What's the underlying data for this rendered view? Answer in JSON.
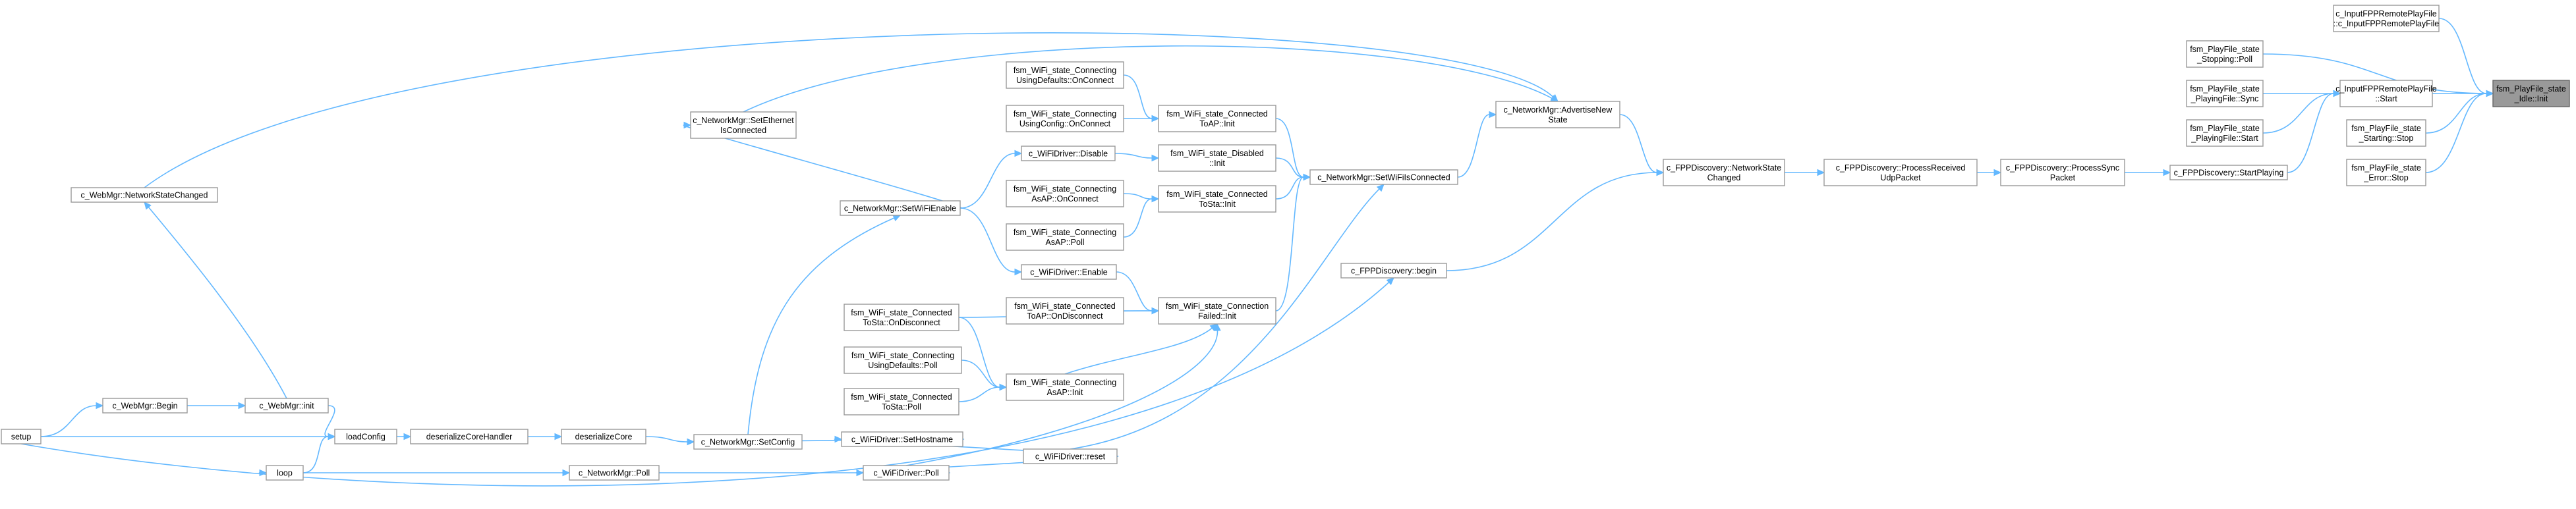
{
  "diagram": {
    "colors": {
      "edge": "#63b8ff",
      "node_border": "#999999",
      "highlight_fill": "#999999",
      "node_fill": "#ffffff"
    },
    "nodes": [
      {
        "id": "n_idle_init",
        "lines": [
          "fsm_PlayFile_state",
          "_Idle::Init"
        ],
        "highlight": true
      },
      {
        "id": "n_input_ctor",
        "lines": [
          "c_InputFPPRemotePlayFile",
          "::c_InputFPPRemotePlayFile"
        ]
      },
      {
        "id": "n_input_start",
        "lines": [
          "c_InputFPPRemotePlayFile",
          "::Start"
        ]
      },
      {
        "id": "n_stopping_poll",
        "lines": [
          "fsm_PlayFile_state",
          "_Stopping::Poll"
        ]
      },
      {
        "id": "n_playing_sync",
        "lines": [
          "fsm_PlayFile_state",
          "_PlayingFile::Sync"
        ]
      },
      {
        "id": "n_playing_start",
        "lines": [
          "fsm_PlayFile_state",
          "_PlayingFile::Start"
        ]
      },
      {
        "id": "n_starting_stop",
        "lines": [
          "fsm_PlayFile_state",
          "_Starting::Stop"
        ]
      },
      {
        "id": "n_error_stop",
        "lines": [
          "fsm_PlayFile_state",
          "_Error::Stop"
        ]
      },
      {
        "id": "n_fpp_startplaying",
        "lines": [
          "c_FPPDiscovery::StartPlaying"
        ]
      },
      {
        "id": "n_fpp_processsync",
        "lines": [
          "c_FPPDiscovery::ProcessSync",
          "Packet"
        ]
      },
      {
        "id": "n_fpp_processudp",
        "lines": [
          "c_FPPDiscovery::ProcessReceived",
          "UdpPacket"
        ]
      },
      {
        "id": "n_fpp_netstate",
        "lines": [
          "c_FPPDiscovery::NetworkState",
          "Changed"
        ]
      },
      {
        "id": "n_fpp_begin",
        "lines": [
          "c_FPPDiscovery::begin"
        ]
      },
      {
        "id": "n_nm_advertise",
        "lines": [
          "c_NetworkMgr::AdvertiseNew",
          "State"
        ]
      },
      {
        "id": "n_nm_setwifi",
        "lines": [
          "c_NetworkMgr::SetWiFiIsConnected"
        ]
      },
      {
        "id": "n_nm_setwifienable",
        "lines": [
          "c_NetworkMgr::SetWiFiEnable"
        ]
      },
      {
        "id": "n_nm_seteth",
        "lines": [
          "c_NetworkMgr::SetEthernet",
          "IsConnected"
        ]
      },
      {
        "id": "n_nm_setconfig",
        "lines": [
          "c_NetworkMgr::SetConfig"
        ]
      },
      {
        "id": "n_nm_poll",
        "lines": [
          "c_NetworkMgr::Poll"
        ]
      },
      {
        "id": "n_wm_netstate",
        "lines": [
          "c_WebMgr::NetworkStateChanged"
        ]
      },
      {
        "id": "n_wm_init",
        "lines": [
          "c_WebMgr::init"
        ]
      },
      {
        "id": "n_wm_begin",
        "lines": [
          "c_WebMgr::Begin"
        ]
      },
      {
        "id": "n_setup",
        "lines": [
          "setup"
        ]
      },
      {
        "id": "n_loop",
        "lines": [
          "loop"
        ]
      },
      {
        "id": "n_loadconfig",
        "lines": [
          "loadConfig"
        ]
      },
      {
        "id": "n_deser_handler",
        "lines": [
          "deserializeCoreHandler"
        ]
      },
      {
        "id": "n_deser_core",
        "lines": [
          "deserializeCore"
        ]
      },
      {
        "id": "n_wd_sethost",
        "lines": [
          "c_WiFiDriver::SetHostname"
        ]
      },
      {
        "id": "n_wd_reset",
        "lines": [
          "c_WiFiDriver::reset"
        ]
      },
      {
        "id": "n_wd_poll",
        "lines": [
          "c_WiFiDriver::Poll"
        ]
      },
      {
        "id": "n_wd_disable",
        "lines": [
          "c_WiFiDriver::Disable"
        ]
      },
      {
        "id": "n_wd_enable",
        "lines": [
          "c_WiFiDriver::Enable"
        ]
      },
      {
        "id": "n_c2ap_init",
        "lines": [
          "fsm_WiFi_state_Connected",
          "ToAP::Init"
        ]
      },
      {
        "id": "n_disabled_init",
        "lines": [
          "fsm_WiFi_state_Disabled",
          "::Init"
        ]
      },
      {
        "id": "n_c2sta_init",
        "lines": [
          "fsm_WiFi_state_Connected",
          "ToSta::Init"
        ]
      },
      {
        "id": "n_cfail_init",
        "lines": [
          "fsm_WiFi_state_Connection",
          "Failed::Init"
        ]
      },
      {
        "id": "n_cap_init",
        "lines": [
          "fsm_WiFi_state_Connecting",
          "AsAP::Init"
        ]
      },
      {
        "id": "n_cud_onconn",
        "lines": [
          "fsm_WiFi_state_Connecting",
          "UsingDefaults::OnConnect"
        ]
      },
      {
        "id": "n_cuc_onconn",
        "lines": [
          "fsm_WiFi_state_Connecting",
          "UsingConfig::OnConnect"
        ]
      },
      {
        "id": "n_cap_onconn",
        "lines": [
          "fsm_WiFi_state_Connecting",
          "AsAP::OnConnect"
        ]
      },
      {
        "id": "n_cap_poll",
        "lines": [
          "fsm_WiFi_state_Connecting",
          "AsAP::Poll"
        ]
      },
      {
        "id": "n_c2ap_ondisc",
        "lines": [
          "fsm_WiFi_state_Connected",
          "ToAP::OnDisconnect"
        ]
      },
      {
        "id": "n_c2sta_ondisc",
        "lines": [
          "fsm_WiFi_state_Connected",
          "ToSta::OnDisconnect"
        ]
      },
      {
        "id": "n_cud_poll",
        "lines": [
          "fsm_WiFi_state_Connecting",
          "UsingDefaults::Poll"
        ]
      },
      {
        "id": "n_c2sta_poll",
        "lines": [
          "fsm_WiFi_state_Connected",
          "ToSta::Poll"
        ]
      }
    ],
    "edges": [
      {
        "from": "n_input_ctor",
        "to": "n_idle_init"
      },
      {
        "from": "n_input_start",
        "to": "n_idle_init"
      },
      {
        "from": "n_stopping_poll",
        "to": "n_idle_init"
      },
      {
        "from": "n_starting_stop",
        "to": "n_idle_init"
      },
      {
        "from": "n_error_stop",
        "to": "n_idle_init"
      },
      {
        "from": "n_playing_sync",
        "to": "n_input_start"
      },
      {
        "from": "n_playing_start",
        "to": "n_input_start"
      },
      {
        "from": "n_fpp_startplaying",
        "to": "n_input_start"
      },
      {
        "from": "n_fpp_processsync",
        "to": "n_fpp_startplaying"
      },
      {
        "from": "n_fpp_processudp",
        "to": "n_fpp_processsync"
      },
      {
        "from": "n_fpp_netstate",
        "to": "n_fpp_processudp"
      },
      {
        "from": "n_nm_advertise",
        "to": "n_fpp_netstate"
      },
      {
        "from": "n_fpp_begin",
        "to": "n_fpp_netstate"
      },
      {
        "from": "n_nm_setwifi",
        "to": "n_nm_advertise"
      },
      {
        "from": "n_nm_seteth",
        "to": "n_nm_advertise"
      },
      {
        "from": "n_wm_netstate",
        "to": "n_nm_advertise"
      },
      {
        "from": "n_c2ap_init",
        "to": "n_nm_setwifi"
      },
      {
        "from": "n_disabled_init",
        "to": "n_nm_setwifi"
      },
      {
        "from": "n_c2sta_init",
        "to": "n_nm_setwifi"
      },
      {
        "from": "n_cfail_init",
        "to": "n_nm_setwifi"
      },
      {
        "from": "n_wd_reset",
        "to": "n_nm_setwifi"
      },
      {
        "from": "n_cud_onconn",
        "to": "n_c2ap_init"
      },
      {
        "from": "n_cuc_onconn",
        "to": "n_c2ap_init"
      },
      {
        "from": "n_wd_disable",
        "to": "n_disabled_init"
      },
      {
        "from": "n_cap_onconn",
        "to": "n_c2sta_init"
      },
      {
        "from": "n_cap_poll",
        "to": "n_c2sta_init"
      },
      {
        "from": "n_wd_enable",
        "to": "n_cfail_init"
      },
      {
        "from": "n_c2ap_ondisc",
        "to": "n_cfail_init"
      },
      {
        "from": "n_c2sta_ondisc",
        "to": "n_cfail_init"
      },
      {
        "from": "n_cap_init",
        "to": "n_cfail_init"
      },
      {
        "from": "n_wd_poll",
        "to": "n_cfail_init"
      },
      {
        "from": "n_cud_poll",
        "to": "n_cap_init"
      },
      {
        "from": "n_c2sta_poll",
        "to": "n_cap_init"
      },
      {
        "from": "n_c2sta_ondisc",
        "to": "n_cap_init"
      },
      {
        "from": "n_nm_setwifienable",
        "to": "n_wd_disable"
      },
      {
        "from": "n_nm_setwifienable",
        "to": "n_wd_enable"
      },
      {
        "from": "n_nm_setwifienable",
        "to": "n_nm_seteth"
      },
      {
        "from": "n_nm_setconfig",
        "to": "n_nm_setwifienable"
      },
      {
        "from": "n_deser_core",
        "to": "n_nm_setconfig"
      },
      {
        "from": "n_deser_handler",
        "to": "n_deser_core"
      },
      {
        "from": "n_loadconfig",
        "to": "n_deser_handler"
      },
      {
        "from": "n_wm_init",
        "to": "n_loadconfig"
      },
      {
        "from": "n_setup",
        "to": "n_loadconfig"
      },
      {
        "from": "n_loop",
        "to": "n_loadconfig"
      },
      {
        "from": "n_wm_begin",
        "to": "n_wm_init"
      },
      {
        "from": "n_setup",
        "to": "n_wm_begin"
      },
      {
        "from": "n_wm_init",
        "to": "n_wm_netstate"
      },
      {
        "from": "n_wd_sethost",
        "to": "n_nm_setconfig"
      },
      {
        "from": "n_wd_reset",
        "to": "n_wd_sethost"
      },
      {
        "from": "n_nm_poll",
        "to": "n_loop"
      },
      {
        "from": "n_wd_poll",
        "to": "n_nm_poll"
      },
      {
        "from": "n_wd_reset",
        "to": "n_wd_poll"
      },
      {
        "from": "n_setup",
        "to": "n_fpp_begin"
      }
    ]
  }
}
